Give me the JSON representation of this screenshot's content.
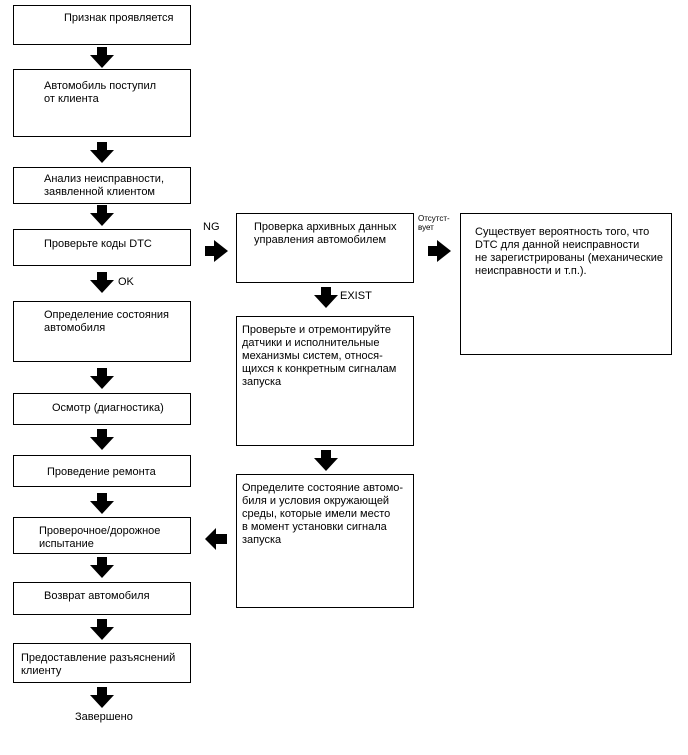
{
  "flow": {
    "symptom": "Признак проявляется",
    "received": "Автомобиль поступил\nот клиента",
    "analysis": "Анализ неисправности,\nзаявленной клиентом",
    "check_dtc": "Проверьте коды DTC",
    "ok_label": "OK",
    "condition": "Определение состояния\nавтомобиля",
    "inspection": "Осмотр (диагностика)",
    "repair": "Проведение ремонта",
    "road_test": "Проверочное/дорожное\nиспытание",
    "return_car": "Возврат автомобиля",
    "explain": "Предоставление разъяснений\nклиенту",
    "done": "Завершено"
  },
  "branch": {
    "ng_label": "NG",
    "history": "Проверка архивных данных\nуправления автомобилем",
    "absent_label": "Отсутст-\nвует",
    "possibility": "Существует вероятность того, что\nDTC для данной неисправности\nне зарегистрированы (механические\nнеисправности и т.п.).",
    "exist_label": "EXIST",
    "repair_sensors": "Проверьте и отремонтируйте\nдатчики и исполнительные\nмеханизмы систем, относя-\nщихся к конкретным сигналам\nзапуска",
    "determine_conditions": "Определите состояние автомо-\nбиля и условия окружающей\nсреды, которые имели место\nв момент установки сигнала\nзапуска"
  }
}
